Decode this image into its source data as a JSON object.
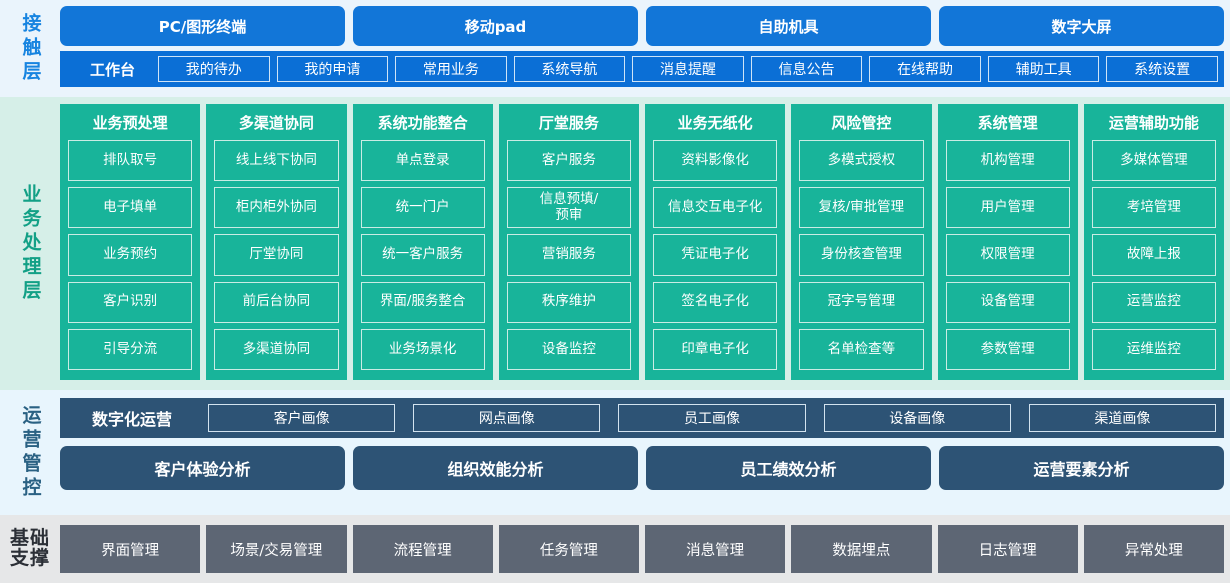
{
  "layers": {
    "contact": {
      "label": "接触层",
      "channels": [
        "PC/图形终端",
        "移动pad",
        "自助机具",
        "数字大屏"
      ],
      "workbench_title": "工作台",
      "workbench_items": [
        "我的待办",
        "我的申请",
        "常用业务",
        "系统导航",
        "消息提醒",
        "信息公告",
        "在线帮助",
        "辅助工具",
        "系统设置"
      ]
    },
    "business": {
      "label": "业务处理层",
      "columns": [
        {
          "title": "业务预处理",
          "items": [
            "排队取号",
            "电子填单",
            "业务预约",
            "客户识别",
            "引导分流"
          ]
        },
        {
          "title": "多渠道协同",
          "items": [
            "线上线下协同",
            "柜内柜外协同",
            "厅堂协同",
            "前后台协同",
            "多渠道协同"
          ]
        },
        {
          "title": "系统功能整合",
          "items": [
            "单点登录",
            "统一门户",
            "统一客户服务",
            "界面/服务整合",
            "业务场景化"
          ]
        },
        {
          "title": "厅堂服务",
          "items": [
            "客户服务",
            "信息预填/\n预审",
            "营销服务",
            "秩序维护",
            "设备监控"
          ]
        },
        {
          "title": "业务无纸化",
          "items": [
            "资料影像化",
            "信息交互电子化",
            "凭证电子化",
            "签名电子化",
            "印章电子化"
          ]
        },
        {
          "title": "风险管控",
          "items": [
            "多模式授权",
            "复核/审批管理",
            "身份核查管理",
            "冠字号管理",
            "名单检查等"
          ]
        },
        {
          "title": "系统管理",
          "items": [
            "机构管理",
            "用户管理",
            "权限管理",
            "设备管理",
            "参数管理"
          ]
        },
        {
          "title": "运营辅助功能",
          "items": [
            "多媒体管理",
            "考培管理",
            "故障上报",
            "运营监控",
            "运维监控"
          ]
        }
      ]
    },
    "operations": {
      "label": "运营管控",
      "portrait_title": "数字化运营",
      "portrait_items": [
        "客户画像",
        "网点画像",
        "员工画像",
        "设备画像",
        "渠道画像"
      ],
      "analysis_items": [
        "客户体验分析",
        "组织效能分析",
        "员工绩效分析",
        "运营要素分析"
      ]
    },
    "foundation": {
      "label": "基础\n支撑",
      "items": [
        "界面管理",
        "场景/交易管理",
        "流程管理",
        "任务管理",
        "消息管理",
        "数据埋点",
        "日志管理",
        "异常处理"
      ]
    }
  },
  "colors": {
    "contact_accent": "#1276d8",
    "contact_bar": "#0b6fd6",
    "contact_bg": "#eaf4fc",
    "business_accent": "#18b49a",
    "business_bg": "#d6efe8",
    "operations_accent": "#2d5375",
    "operations_bg": "#e8f5fd",
    "foundation_accent": "#5d6674",
    "foundation_bg": "#e6e7e8"
  }
}
